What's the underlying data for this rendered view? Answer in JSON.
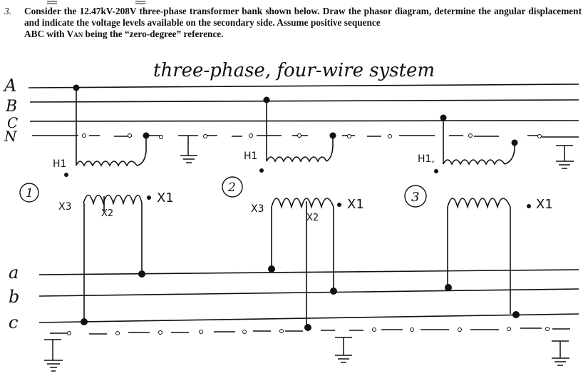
{
  "problem": {
    "number": "3.",
    "line1": "Consider the 12.47kV-208V three-phase transformer bank shown below. Draw the phasor diagram, determine the",
    "line2": "angular displacement and indicate the voltage levels available on the secondary side. Assume positive sequence",
    "line3_pre": "ABC with ",
    "vref": "V",
    "vref_sub": "AN",
    "line3_post": " being the “zero-degree” reference."
  },
  "diagram": {
    "caption": "three-phase, four-wire system",
    "primary_labels": [
      "A",
      "B",
      "C",
      "N"
    ],
    "secondary_labels": [
      "a",
      "b",
      "c"
    ],
    "transformers": [
      {
        "number": "1",
        "h1": "H1",
        "x1": "X1",
        "x2": "X2",
        "x3": "X3"
      },
      {
        "number": "2",
        "h1": "H1",
        "x1": "X1",
        "x2": "X2",
        "x3": "X3"
      },
      {
        "number": "3",
        "h1": "H1,",
        "x1": "X1"
      }
    ]
  }
}
